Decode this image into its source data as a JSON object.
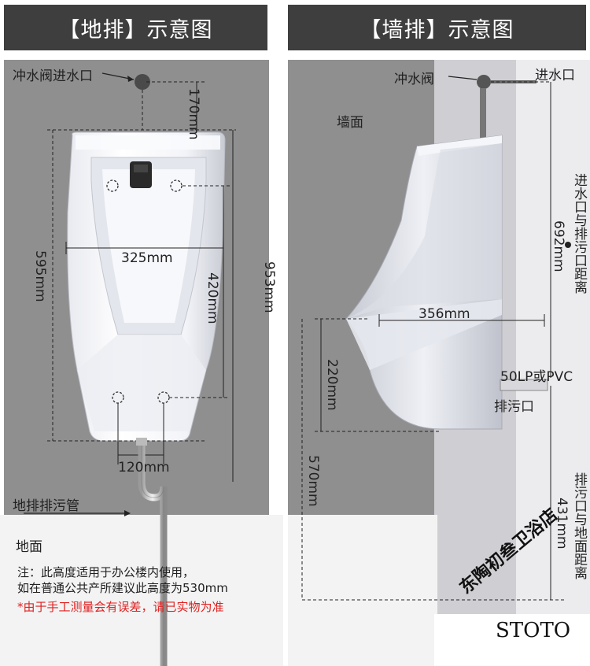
{
  "headers": {
    "floor": "【地排】示意图",
    "wall": "【墙排】示意图"
  },
  "floor_diagram": {
    "inlet_label": "冲水阀进水口",
    "dim_top": "170mm",
    "dim_width": "325mm",
    "dim_height": "595mm",
    "dim_inner": "420mm",
    "dim_total": "953mm",
    "dim_bottom": "120mm",
    "pipe_label": "地排排污管",
    "ground_label": "地面"
  },
  "wall_diagram": {
    "valve_label": "冲水阀",
    "inlet_label": "进水口",
    "wall_label": "墙面",
    "dim_distance_label": "进水口与排污口距离",
    "dim_distance": "692mm",
    "dim_depth": "356mm",
    "dim_lip": "220mm",
    "dim_floor": "570mm",
    "pipe_spec": "50LP或PVC",
    "drain_label": "排污口",
    "drain_height_label": "排污口与地面距离",
    "drain_height": "431mm"
  },
  "notes": {
    "line1": "注：此高度适用于办公楼内使用，",
    "line2": "如在普通公共产所建议此高度为530mm",
    "warning": "*由于手工测量会有误差，请已实物为准"
  },
  "watermark": {
    "store": "东陶初叁卫浴店",
    "brand": "STOTO"
  },
  "colors": {
    "panel_bg": "#8f8f8f",
    "wall_light": "#cfcfd3",
    "header_bg": "#3e3e3e",
    "warning": "#e02020"
  }
}
